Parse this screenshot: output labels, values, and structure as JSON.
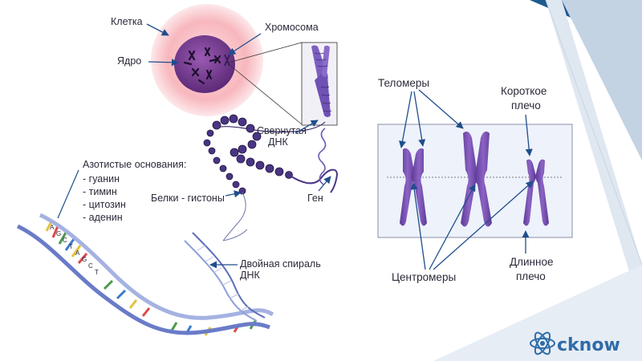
{
  "labels": {
    "cell": "Клетка",
    "nucleus": "Ядро",
    "chromosome": "Хромосома",
    "coiled_dna": [
      "Свернутая",
      "ДНК"
    ],
    "nitrogen_bases_title": "Азотистые основания:",
    "bases": [
      "- гуанин",
      "- тимин",
      "- цитозин",
      "- аденин"
    ],
    "histones": "Белки - гистоны",
    "gene": "Ген",
    "double_helix": [
      "Двойная спираль",
      "ДНК"
    ],
    "telomeres": "Теломеры",
    "short_arm": [
      "Короткое",
      "плечо"
    ],
    "centromeres": "Центромеры",
    "long_arm": [
      "Длинное",
      "плечо"
    ]
  },
  "base_letters": [
    "A",
    "G",
    "C",
    "T",
    "A",
    "G",
    "C",
    "T"
  ],
  "brand": {
    "name": "cknow"
  },
  "colors": {
    "chromosome": "#7a4fae",
    "cell_outer": "#f7b7bd",
    "nucleus": "#7d3f96",
    "box_fill": "#eef2fa",
    "corner_blue": "#1e5a8e",
    "corner_light": "#b7c9de"
  }
}
